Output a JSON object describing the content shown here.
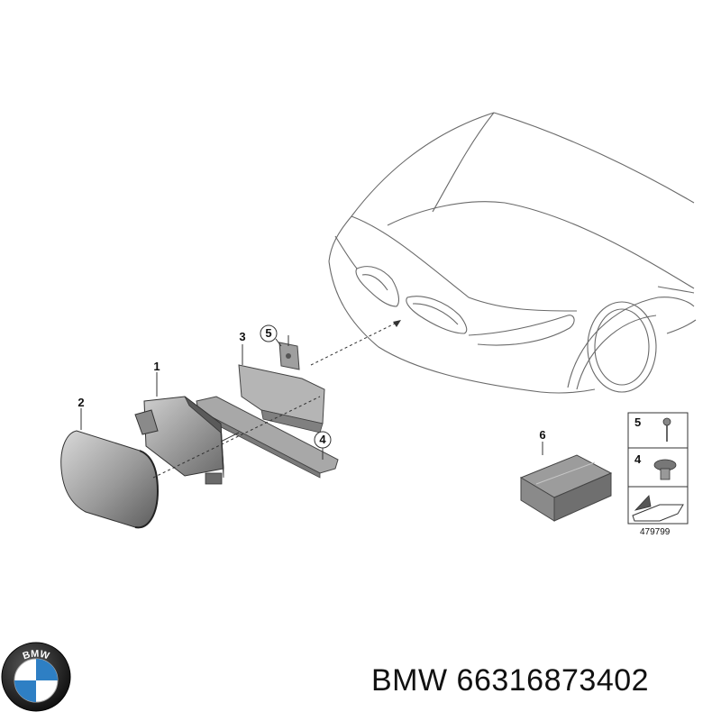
{
  "callouts": {
    "c1": "1",
    "c2": "2",
    "c3": "3",
    "c4": "4",
    "c5": "5",
    "c6": "6"
  },
  "legend": {
    "row1_num": "5",
    "row2_num": "4",
    "diagram_number": "479799"
  },
  "logo": {
    "letters": "BMW"
  },
  "caption": {
    "brand": "BMW",
    "part_number": "66316873402"
  },
  "colors": {
    "line": "#555555",
    "part_dark": "#6f6f6f",
    "part_light": "#bdbdbd",
    "logo_blue": "#2e7fc4",
    "logo_ring": "#1a1a1a"
  }
}
